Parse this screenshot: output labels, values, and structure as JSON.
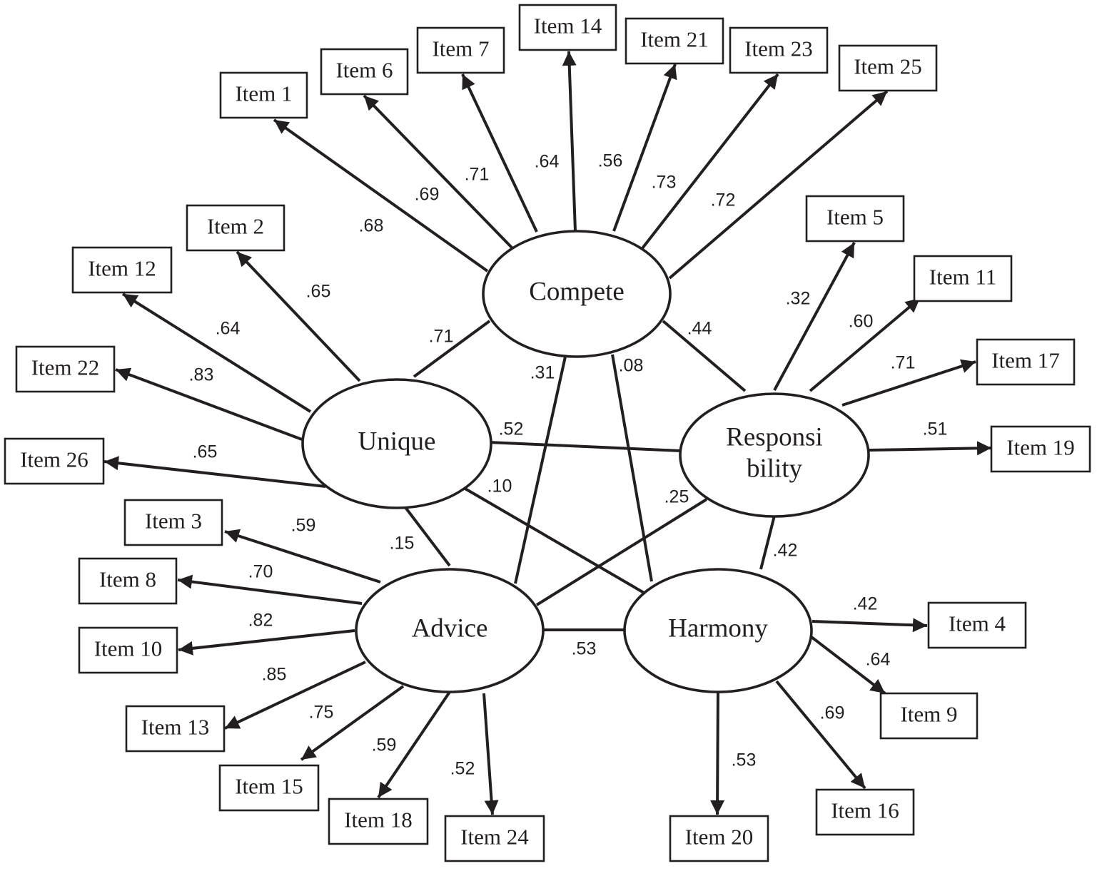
{
  "factors": {
    "compete": {
      "label": "Compete"
    },
    "unique": {
      "label": "Unique"
    },
    "responsibility": {
      "label": [
        "Responsi",
        "bility"
      ]
    },
    "advice": {
      "label": "Advice"
    },
    "harmony": {
      "label": "Harmony"
    }
  },
  "items": [
    {
      "id": "item1",
      "label": "Item 1",
      "factor": "compete",
      "loading": ".68"
    },
    {
      "id": "item6",
      "label": "Item 6",
      "factor": "compete",
      "loading": ".69"
    },
    {
      "id": "item7",
      "label": "Item 7",
      "factor": "compete",
      "loading": ".71"
    },
    {
      "id": "item14",
      "label": "Item 14",
      "factor": "compete",
      "loading": ".64"
    },
    {
      "id": "item21",
      "label": "Item 21",
      "factor": "compete",
      "loading": ".56"
    },
    {
      "id": "item23",
      "label": "Item 23",
      "factor": "compete",
      "loading": ".73"
    },
    {
      "id": "item25",
      "label": "Item 25",
      "factor": "compete",
      "loading": ".72"
    },
    {
      "id": "item2",
      "label": "Item 2",
      "factor": "unique",
      "loading": ".65"
    },
    {
      "id": "item12",
      "label": "Item 12",
      "factor": "unique",
      "loading": ".64"
    },
    {
      "id": "item22",
      "label": "Item 22",
      "factor": "unique",
      "loading": ".83"
    },
    {
      "id": "item26",
      "label": "Item 26",
      "factor": "unique",
      "loading": ".65"
    },
    {
      "id": "item5",
      "label": "Item 5",
      "factor": "responsibility",
      "loading": ".32"
    },
    {
      "id": "item11",
      "label": "Item 11",
      "factor": "responsibility",
      "loading": ".60"
    },
    {
      "id": "item17",
      "label": "Item 17",
      "factor": "responsibility",
      "loading": ".71"
    },
    {
      "id": "item19",
      "label": "Item 19",
      "factor": "responsibility",
      "loading": ".51"
    },
    {
      "id": "item3",
      "label": "Item 3",
      "factor": "advice",
      "loading": ".59"
    },
    {
      "id": "item8",
      "label": "Item 8",
      "factor": "advice",
      "loading": ".70"
    },
    {
      "id": "item10",
      "label": "Item 10",
      "factor": "advice",
      "loading": ".82"
    },
    {
      "id": "item13",
      "label": "Item 13",
      "factor": "advice",
      "loading": ".85"
    },
    {
      "id": "item15",
      "label": "Item 15",
      "factor": "advice",
      "loading": ".75"
    },
    {
      "id": "item18",
      "label": "Item 18",
      "factor": "advice",
      "loading": ".59"
    },
    {
      "id": "item24",
      "label": "Item 24",
      "factor": "advice",
      "loading": ".52"
    },
    {
      "id": "item4",
      "label": "Item 4",
      "factor": "harmony",
      "loading": ".42"
    },
    {
      "id": "item9",
      "label": "Item 9",
      "factor": "harmony",
      "loading": ".64"
    },
    {
      "id": "item16",
      "label": "Item 16",
      "factor": "harmony",
      "loading": ".69"
    },
    {
      "id": "item20",
      "label": "Item 20",
      "factor": "harmony",
      "loading": ".53"
    }
  ],
  "correlations": [
    {
      "id": "compete-unique",
      "from": "compete",
      "to": "unique",
      "value": ".71"
    },
    {
      "id": "compete-responsibility",
      "from": "compete",
      "to": "responsibility",
      "value": ".44"
    },
    {
      "id": "compete-advice",
      "from": "compete",
      "to": "advice",
      "value": ".31"
    },
    {
      "id": "compete-harmony",
      "from": "compete",
      "to": "harmony",
      "value": ".08"
    },
    {
      "id": "unique-responsibility",
      "from": "unique",
      "to": "responsibility",
      "value": ".52"
    },
    {
      "id": "unique-harmony",
      "from": "unique",
      "to": "harmony",
      "value": ".10"
    },
    {
      "id": "unique-advice",
      "from": "unique",
      "to": "advice",
      "value": ".15"
    },
    {
      "id": "responsibility-advice",
      "from": "responsibility",
      "to": "advice",
      "value": ".25"
    },
    {
      "id": "responsibility-harmony",
      "from": "responsibility",
      "to": "harmony",
      "value": ".42"
    },
    {
      "id": "advice-harmony",
      "from": "advice",
      "to": "harmony",
      "value": ".53"
    }
  ]
}
